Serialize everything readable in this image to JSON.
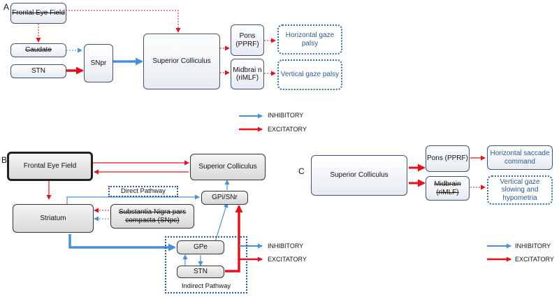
{
  "panel_a": {
    "label": "A",
    "frontal_eye_field": "Frontal Eye Field",
    "caudate": "Caudate",
    "stn": "STN",
    "snpr": "SNpr",
    "superior_colliculus": "Superior Colliculus",
    "pons": "Pons (PPRF)",
    "midbrain": "Midbrai n (riMLF)",
    "horizontal_outcome": "Horizontal gaze palsy",
    "vertical_outcome": "Vertical gaze palsy",
    "legend_inhibitory": "INHIBITORY",
    "legend_excitatory": "EXCITATORY"
  },
  "panel_b": {
    "label": "B",
    "frontal_eye_field": "Frontal Eye Field",
    "superior_colliculus": "Superior Colliculus",
    "striatum": "Striatum",
    "snpc": "Substantia Nigra pars compacta (SNpc)",
    "gpi_snr": "GPi/SNr",
    "gpe": "GPe",
    "stn": "STN",
    "direct_pathway": "Direct Pathway",
    "indirect_pathway": "Indirect Pathway",
    "legend_inhibitory": "INHIBITORY",
    "legend_excitatory": "EXCITATORY"
  },
  "panel_c": {
    "label": "C",
    "superior_colliculus": "Superior Colliculus",
    "pons": "Pons (PPRF)",
    "midbrain": "Midbrain (riMLF)",
    "horizontal_outcome": "Horizontal saccade command",
    "vertical_outcome": "Vertical gaze slowing and hypometria",
    "legend_inhibitory": "INHIBITORY",
    "legend_excitatory": "EXCITATORY"
  },
  "colors": {
    "inhibitory": "#4a90d9",
    "excitatory": "#e8111b",
    "box_border": "#3f5673",
    "outcome_text": "#2e5b95"
  }
}
